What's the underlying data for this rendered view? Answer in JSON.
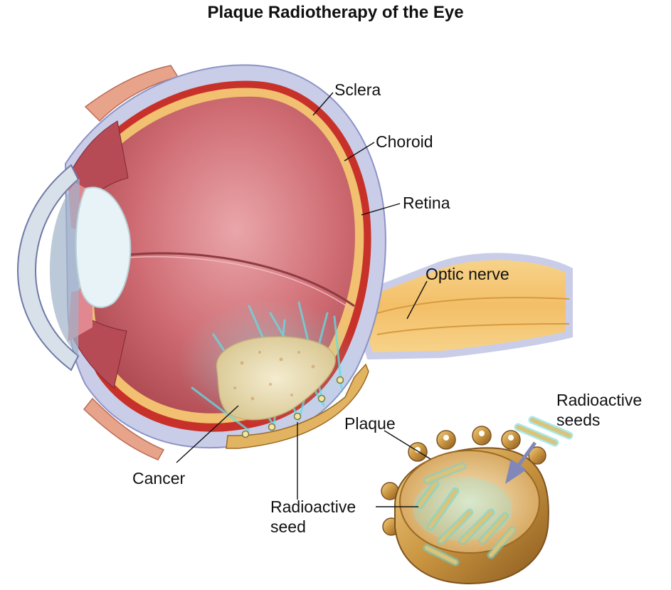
{
  "title": "Plaque Radiotherapy of the Eye",
  "labels": {
    "sclera": "Sclera",
    "choroid": "Choroid",
    "retina": "Retina",
    "optic_nerve": "Optic nerve",
    "plaque": "Plaque",
    "cancer": "Cancer",
    "radioactive_seed_line1": "Radioactive",
    "radioactive_seed_line2": "seed",
    "radioactive_seeds_line1": "Radioactive",
    "radioactive_seeds_line2": "seeds"
  },
  "colors": {
    "sclera": "#c9cde8",
    "choroid": "#c8312a",
    "retina": "#f1c070",
    "vitreous": "#c2575f",
    "lens": "#e7f3f6",
    "tumor": "#e8dcb2",
    "plaque_gold": "#d9a84f",
    "radiation": "#5fe0e6"
  }
}
